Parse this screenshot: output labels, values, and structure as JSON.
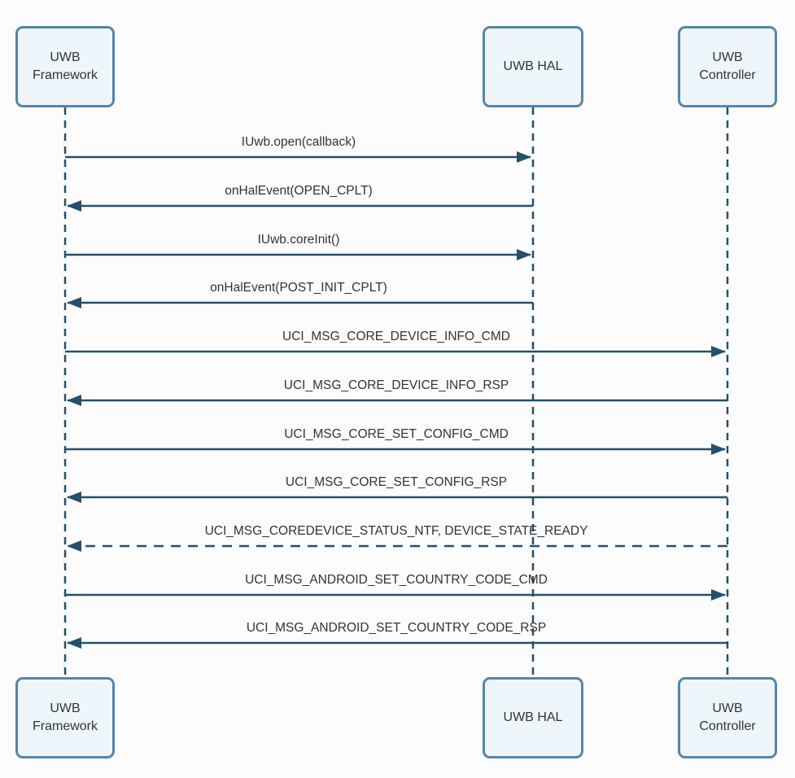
{
  "diagram_type": "uml-sequence-diagram",
  "colors": {
    "background": "#fcfcfc",
    "actor_fill": "#eef6fb",
    "actor_border": "#5685a8",
    "line": "#24506b",
    "text": "#333333"
  },
  "actors": [
    {
      "id": "uwb-framework",
      "label": "UWB Framework"
    },
    {
      "id": "uwb-hal",
      "label": "UWB HAL"
    },
    {
      "id": "uwb-controller",
      "label": "UWB Controller"
    }
  ],
  "messages": [
    {
      "label": "IUwb.open(callback)",
      "from": "uwb-framework",
      "to": "uwb-hal",
      "line": "solid"
    },
    {
      "label": "onHalEvent(OPEN_CPLT)",
      "from": "uwb-hal",
      "to": "uwb-framework",
      "line": "solid"
    },
    {
      "label": "IUwb.coreInit()",
      "from": "uwb-framework",
      "to": "uwb-hal",
      "line": "solid"
    },
    {
      "label": "onHalEvent(POST_INIT_CPLT)",
      "from": "uwb-hal",
      "to": "uwb-framework",
      "line": "solid"
    },
    {
      "label": "UCI_MSG_CORE_DEVICE_INFO_CMD",
      "from": "uwb-framework",
      "to": "uwb-controller",
      "line": "solid"
    },
    {
      "label": "UCI_MSG_CORE_DEVICE_INFO_RSP",
      "from": "uwb-controller",
      "to": "uwb-framework",
      "line": "solid"
    },
    {
      "label": "UCI_MSG_CORE_SET_CONFIG_CMD",
      "from": "uwb-framework",
      "to": "uwb-controller",
      "line": "solid"
    },
    {
      "label": "UCI_MSG_CORE_SET_CONFIG_RSP",
      "from": "uwb-controller",
      "to": "uwb-framework",
      "line": "solid"
    },
    {
      "label": "UCI_MSG_COREDEVICE_STATUS_NTF, DEVICE_STATE_READY",
      "from": "uwb-controller",
      "to": "uwb-framework",
      "line": "dashed"
    },
    {
      "label": "UCI_MSG_ANDROID_SET_COUNTRY_CODE_CMD",
      "from": "uwb-framework",
      "to": "uwb-controller",
      "line": "solid"
    },
    {
      "label": "UCI_MSG_ANDROID_SET_COUNTRY_CODE_RSP",
      "from": "uwb-controller",
      "to": "uwb-framework",
      "line": "solid"
    }
  ]
}
